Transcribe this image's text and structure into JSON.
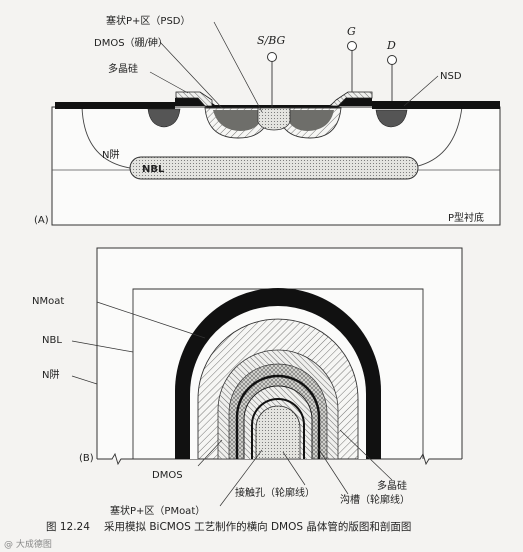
{
  "panel_a": {
    "tag": "(A)",
    "labels": {
      "plug_psd": "塞状P+区（PSD）",
      "dmos_boron_arsenic": "DMOS（硼/砷）",
      "poly": "多晶硅",
      "source_body": "S/BG",
      "gate": "G",
      "drain": "D",
      "nsd": "NSD",
      "nwell": "N阱",
      "nbl": "NBL",
      "substrate": "P型衬底"
    }
  },
  "panel_b": {
    "tag": "(B)",
    "labels": {
      "nmoat": "NMoat",
      "nbl": "NBL",
      "nwell": "N阱",
      "poly": "多晶硅",
      "dmos": "DMOS",
      "trench": "沟槽（轮廓线）",
      "contact": "接触孔（轮廓线）",
      "plug_pmoat": "塞状P+区（PMoat）"
    }
  },
  "caption": {
    "figure_no": "图 12.24",
    "text": "采用模拟 BiCMOS 工艺制作的横向 DMOS 晶体管的版图和剖面图"
  },
  "watermark": "@ 大成德图"
}
